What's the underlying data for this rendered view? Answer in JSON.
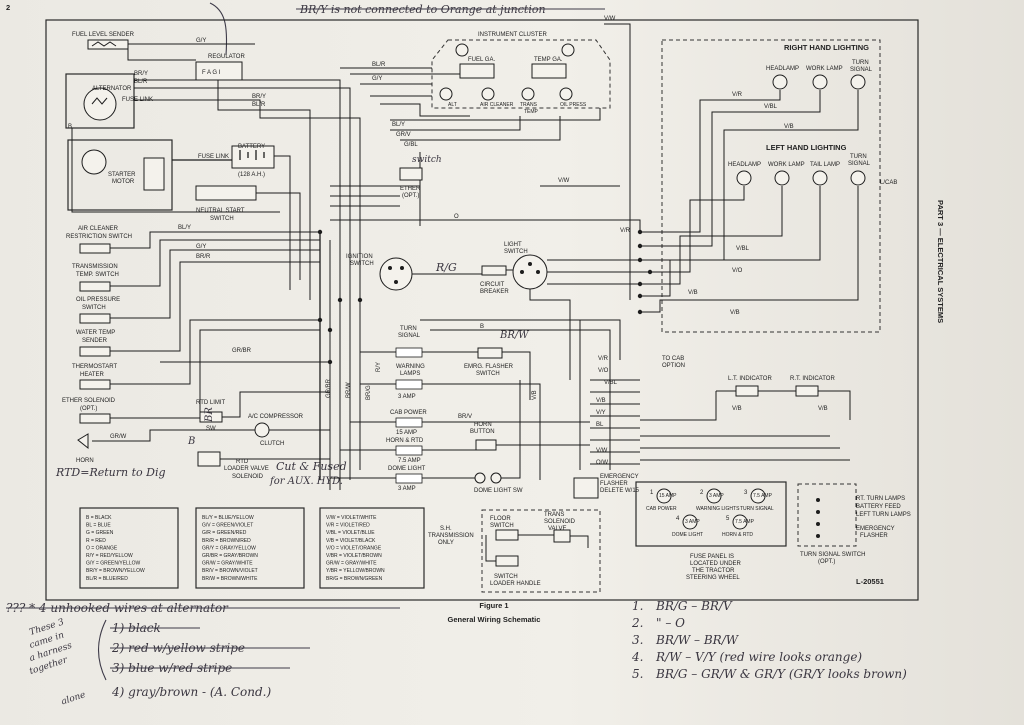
{
  "page": {
    "page_number": "2",
    "side_title": "PART 3 — ELECTRICAL SYSTEMS",
    "figure_label": "Figure 1",
    "figure_title": "General Wiring Schematic",
    "ref_code": "L-20551"
  },
  "handwritten": {
    "top_note": "BR/Y is not connected to Orange at junction",
    "switch_note": "switch",
    "br_w_note": "BR/W",
    "rg_note": "R/G",
    "rtd_note": "RTD=Return to Dig",
    "cut_fused_1": "Cut & Fused",
    "cut_fused_2": "for AUX. HYD.",
    "br_note": "BR",
    "b_note": "B"
  },
  "components": {
    "fuel_level_sender": "FUEL LEVEL SENDER",
    "regulator": "REGULATOR",
    "regulator_terms": "F A G I",
    "alternator": "ALTERNATOR",
    "fuse_link_1": "FUSE LINK",
    "fuse_link_2": "FUSE LINK",
    "battery": "BATTERY",
    "battery_spec": "(128 A.H.)",
    "starter_motor_1": "STARTER",
    "starter_motor_2": "MOTOR",
    "neutral_start_1": "NEUTRAL START",
    "neutral_start_2": "SWITCH",
    "air_cleaner_1": "AIR CLEANER",
    "air_cleaner_2": "RESTRICTION SWITCH",
    "trans_temp_1": "TRANSMISSION",
    "trans_temp_2": "TEMP. SWITCH",
    "oil_pressure_1": "OIL PRESSURE",
    "oil_pressure_2": "SWITCH",
    "water_temp_1": "WATER TEMP",
    "water_temp_2": "SENDER",
    "thermostart_1": "THERMOSTART",
    "thermostart_2": "HEATER",
    "ether_solenoid_1": "ETHER SOLENOID",
    "ether_solenoid_2": "(OPT.)",
    "horn": "HORN",
    "instrument_cluster": "INSTRUMENT CLUSTER",
    "fuel_ga": "FUEL GA.",
    "temp_ga": "TEMP GA.",
    "alt_lamp": "ALT",
    "air_cleaner_lamp": "AIR CLEANER",
    "trans_temp_lamp_1": "TRANS",
    "trans_temp_lamp_2": "TEMP",
    "oil_press_lamp": "OIL PRESS",
    "ether_1": "ETHER",
    "ether_2": "(OPT.)",
    "ignition_switch_1": "IGNITION",
    "ignition_switch_2": "SWITCH",
    "light_switch_1": "LIGHT",
    "light_switch_2": "SWITCH",
    "circuit_breaker_1": "CIRCUIT",
    "circuit_breaker_2": "BREAKER",
    "turn_signal_1": "TURN",
    "turn_signal_2": "SIGNAL",
    "warning_lamps_1": "WARNING",
    "warning_lamps_2": "LAMPS",
    "amp_3_a": "3 AMP",
    "emrg_flasher_1": "EMRG. FLASHER",
    "emrg_flasher_2": "SWITCH",
    "cab_power": "CAB POWER",
    "amp_15": "15 AMP",
    "horn_rtd": "HORN & RTD",
    "amp_75": "7.5 AMP",
    "horn_button_1": "HORN",
    "horn_button_2": "BUTTON",
    "dome_light": "DOME LIGHT",
    "amp_3_b": "3 AMP",
    "dome_light_sw": "DOME LIGHT SW",
    "rtd_limit_1": "RTD LIMIT",
    "rtd_limit_2": "SW",
    "ac_clutch_1": "A/C COMPRESSOR",
    "ac_clutch_2": "CLUTCH",
    "rtd_loader_1": "RTD",
    "rtd_loader_2": "LOADER VALVE",
    "rtd_loader_3": "SOLENOID",
    "to_cab_1": "TO CAB",
    "to_cab_2": "OPTION",
    "emergency_flasher_1": "EMERGENCY",
    "emergency_flasher_2": "FLASHER",
    "emergency_flasher_3": "DELETE W/15",
    "floor_switch_1": "FLOOR",
    "floor_switch_2": "SWITCH",
    "trans_solenoid_1": "TRANS",
    "trans_solenoid_2": "SOLENOID",
    "trans_solenoid_3": "VALVE",
    "sw_trans_only_1": "S.H.",
    "sw_trans_only_2": "TRANSMISSION",
    "sw_trans_only_3": "ONLY",
    "switch_loader_1": "SWITCH",
    "switch_loader_2": "LOADER HANDLE",
    "rh_lighting": "RIGHT HAND LIGHTING",
    "headlamp_r": "HEADLAMP",
    "work_lamp_r": "WORK LAMP",
    "turn_signal_r_1": "TURN",
    "turn_signal_r_2": "SIGNAL",
    "lh_lighting": "LEFT HAND LIGHTING",
    "headlamp_l": "HEADLAMP",
    "work_lamp_l": "WORK LAMP",
    "tail_lamp_l": "TAIL LAMP",
    "turn_signal_l_1": "TURN",
    "turn_signal_l_2": "SIGNAL",
    "lt_indicator": "L.T. INDICATOR",
    "rt_indicator": "R.T. INDICATOR",
    "turn_signal_switch_1": "TURN SIGNAL SWITCH",
    "turn_signal_switch_2": "(OPT.)",
    "rt_turn_lamps": "RT. TURN LAMPS",
    "battery_feed": "BATTERY FEED",
    "lft_turn_lamps": "LEFT TURN LAMPS",
    "emergency_flasher_b_1": "EMERGENCY",
    "emergency_flasher_b_2": "FLASHER",
    "lcab": "L/CAB"
  },
  "wires": {
    "gy": "G/Y",
    "bry": "BR/Y",
    "blr": "BL/R",
    "b": "B",
    "rg": "R/G",
    "gw": "G/W",
    "bly": "BL/Y",
    "vw": "V/W",
    "vr": "V/R",
    "vb": "V/B",
    "vbl": "V/BL",
    "vo": "V/O",
    "vy": "V/Y",
    "ow": "O/W",
    "brw": "BR/W",
    "brg": "BR/G",
    "brv": "BR/V",
    "r": "R",
    "o": "O",
    "gr": "GR",
    "grbr": "GR/BR",
    "grw": "GR/W",
    "grv": "GR/V",
    "brr": "BR/R",
    "gbl": "G/BL",
    "blg": "BL/G",
    "bl": "BL",
    "ry": "R/Y",
    "grbr2": "GR/BR"
  },
  "color_key": {
    "col1": [
      "B = BLACK",
      "BL = BLUE",
      "G = GREEN",
      "R = RED",
      "O = ORANGE",
      "R/Y = RED/YELLOW",
      "G/Y = GREEN/YELLOW",
      "BR/Y = BROWN/YELLOW",
      "BL/R = BLUE/RED"
    ],
    "col2": [
      "BL/Y = BLUE/YELLOW",
      "G/V = GREEN/VIOLET",
      "G/R = GREEN/RED",
      "BR/R = BROWN/RED",
      "GR/Y = GRAY/YELLOW",
      "GR/BR = GRAY/BROWN",
      "GR/W = GRAY/WHITE",
      "BR/V = BROWN/VIOLET",
      "BR/W = BROWN/WHITE"
    ],
    "col3": [
      "V/W = VIOLET/WHITE",
      "V/R = VIOLET/RED",
      "V/BL = VIOLET/BLUE",
      "V/B = VIOLET/BLACK",
      "V/O = VIOLET/ORANGE",
      "V/BR = VIOLET/BROWN",
      "GR/W = GRAY/WHITE",
      "Y/BR = YELLOW/BROWN",
      "BR/G = BROWN/GREEN"
    ]
  },
  "fuse_panel": {
    "fuses": [
      {
        "num": "1",
        "amp": "15 AMP",
        "label": "CAB POWER"
      },
      {
        "num": "2",
        "amp": "3 AMP",
        "label": "WARNING LIGHTS"
      },
      {
        "num": "3",
        "amp": "7.5 AMP",
        "label": "TURN SIGNAL"
      },
      {
        "num": "4",
        "amp": "3 AMP",
        "label": "DOME LIGHT"
      },
      {
        "num": "5",
        "amp": "7.5 AMP",
        "label": "HORN & RTD"
      }
    ],
    "note_1": "FUSE PANEL IS",
    "note_2": "LOCATED UNDER",
    "note_3": "THE TRACTOR",
    "note_4": "STEERING WHEEL"
  },
  "notes_left": {
    "line1": "??? * 4 unhooked wires at alternator",
    "line2": "1) black",
    "line3": "2) red w/yellow stripe",
    "line4": "3) blue w/red stripe",
    "line5": "4) gray/brown - (A. Cond.)",
    "side1": "These 3",
    "side2": "came in",
    "side3": "a harness",
    "side4": "together",
    "side5": "alone"
  },
  "notes_right": [
    {
      "n": "1.",
      "text": "BR/G  –  BR/V"
    },
    {
      "n": "2.",
      "text": "\"   –  O"
    },
    {
      "n": "3.",
      "text": "BR/W  –  BR/W"
    },
    {
      "n": "4.",
      "text": "R/W  –  V/Y (red wire looks orange)"
    },
    {
      "n": "5.",
      "text": "BR/G  –  GR/W & GR/Y (GR/Y looks brown)"
    }
  ]
}
